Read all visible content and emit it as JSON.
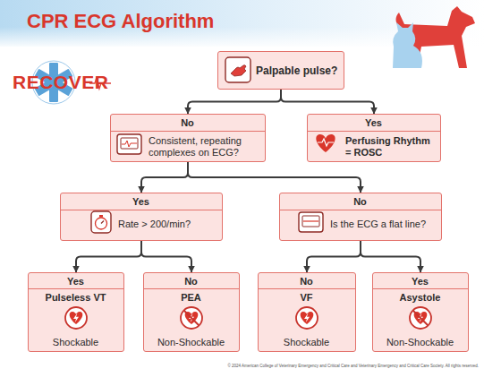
{
  "diagram": {
    "title": "CPR ECG Algorithm",
    "nodes": [
      {
        "text": [
          "Palpable pulse?"
        ]
      },
      {
        "text": [
          "No",
          "Consistent, repeating complexes on ECG?"
        ]
      },
      {
        "text": [
          "Yes",
          "Perfusing Rhythm = ROSC"
        ]
      },
      {
        "text": [
          "Yes",
          "Rate > 200/min?"
        ]
      },
      {
        "text": [
          "No",
          "Is the ECG a flat line?"
        ]
      },
      {
        "text": [
          "Yes",
          "Pulseless VT",
          "Shockable"
        ]
      },
      {
        "text": [
          "No",
          "PEA",
          "Non-Shockable"
        ]
      },
      {
        "text": [
          "No",
          "VF",
          "Shockable"
        ]
      },
      {
        "text": [
          "Yes",
          "Asystole",
          "Non-Shockable"
        ]
      }
    ],
    "edges": [
      {
        "from": 0,
        "to": 1,
        "arrow": "to"
      },
      {
        "from": 0,
        "to": 2,
        "arrow": "to"
      },
      {
        "from": 1,
        "to": 3,
        "arrow": "to"
      },
      {
        "from": 1,
        "to": 4,
        "arrow": "to"
      },
      {
        "from": 3,
        "to": 5,
        "arrow": "to"
      },
      {
        "from": 3,
        "to": 6,
        "arrow": "to"
      },
      {
        "from": 4,
        "to": 7,
        "arrow": "to"
      },
      {
        "from": 4,
        "to": 8,
        "arrow": "to"
      }
    ],
    "labels": [
      "RECOVER",
      "© 2024 American College of Veterinary Emergency and Critical Care and Veterinary Emergency and Critical Care Society. All rights reserved."
    ]
  }
}
